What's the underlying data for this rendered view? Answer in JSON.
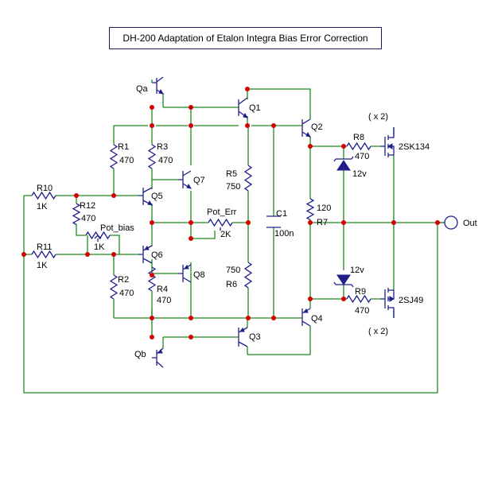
{
  "title": "DH-200  Adaptation of Etalon Integra Bias Error Correction",
  "labels": {
    "qa": "Qa",
    "qb": "Qb",
    "q1": "Q1",
    "q2": "Q2",
    "q3": "Q3",
    "q4": "Q4",
    "q5": "Q5",
    "q6": "Q6",
    "q7": "Q7",
    "q8": "Q8",
    "r1": "R1",
    "r1_val": "470",
    "r2": "R2",
    "r2_val": "470",
    "r3": "R3",
    "r3_val": "470",
    "r4": "R4",
    "r4_val": "470",
    "r5": "R5",
    "r5_val": "750",
    "r6": "R6",
    "r6_val": "750",
    "r7": "R7",
    "r7_val": "120",
    "r8": "R8",
    "r8_val": "470",
    "r9": "R9",
    "r9_val": "470",
    "r10": "R10",
    "r10_val": "1K",
    "r11": "R11",
    "r11_val": "1K",
    "r12": "R12",
    "r12_val": "470",
    "pot_bias": "Pot_bias",
    "pot_bias_val": "1K",
    "pot_err": "Pot_Err",
    "pot_err_val": "2K",
    "c1": "C1",
    "c1_val": "100n",
    "z1_val": "12v",
    "z2_val": "12v",
    "mos_n": "2SK134",
    "mos_p": "2SJ49",
    "mult_top": "( x 2)",
    "mult_bot": "( x 2)",
    "out": "Out"
  },
  "colors": {
    "wire": "#1f8a1f",
    "component": "#1f1f8a",
    "node": "#d40000"
  }
}
